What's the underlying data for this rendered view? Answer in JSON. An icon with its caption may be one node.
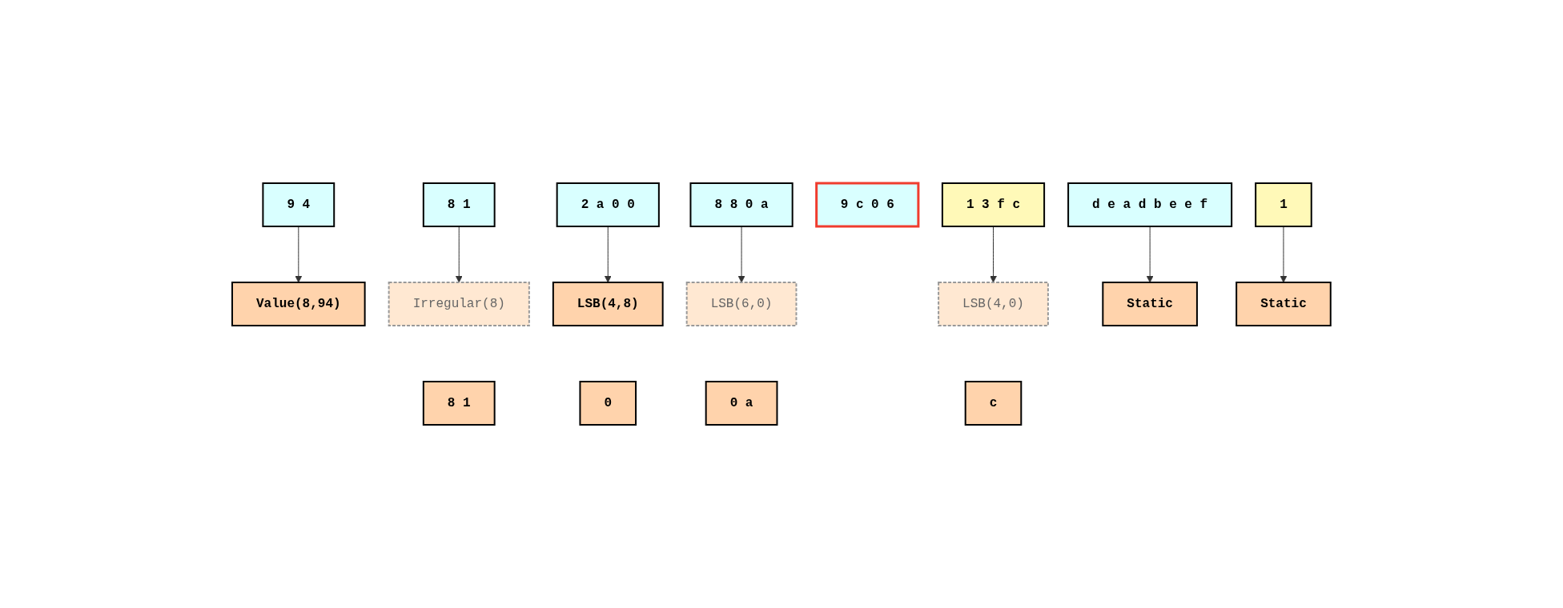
{
  "diagram": {
    "nodes": [
      {
        "text": [
          "9 4"
        ]
      },
      {
        "text": [
          "8 1"
        ]
      },
      {
        "text": [
          "2 a 0 0"
        ]
      },
      {
        "text": [
          "1"
        ]
      },
      {
        "text": [
          "9 c 0 6"
        ]
      },
      {
        "text": [
          "8 8 0 a"
        ]
      },
      {
        "text": [
          "1 3 f c"
        ]
      },
      {
        "text": [
          "d e a d b e e f"
        ]
      },
      {
        "text": [
          "Value(8,94)"
        ]
      },
      {
        "text": [
          "Irregular(8)"
        ]
      },
      {
        "text": [
          "LSB(4,0)"
        ]
      },
      {
        "text": [
          "LSB(4,8)"
        ]
      },
      {
        "text": [
          "LSB(6,0)"
        ]
      },
      {
        "text": [
          "Static"
        ]
      },
      {
        "text": [
          "Static"
        ]
      },
      {
        "text": [
          "8 1"
        ]
      },
      {
        "text": [
          "c"
        ]
      },
      {
        "text": [
          "0"
        ]
      },
      {
        "text": [
          "0 a"
        ]
      }
    ],
    "edges": [
      {
        "from": 0,
        "to": 8,
        "arrow": "to"
      },
      {
        "from": 1,
        "to": 9,
        "arrow": "to"
      },
      {
        "from": 6,
        "to": 10,
        "arrow": "to"
      },
      {
        "from": 2,
        "to": 11,
        "arrow": "to"
      },
      {
        "from": 5,
        "to": 12,
        "arrow": "to"
      },
      {
        "from": 7,
        "to": 13,
        "arrow": "to"
      },
      {
        "from": 3,
        "to": 14,
        "arrow": "to"
      }
    ]
  }
}
